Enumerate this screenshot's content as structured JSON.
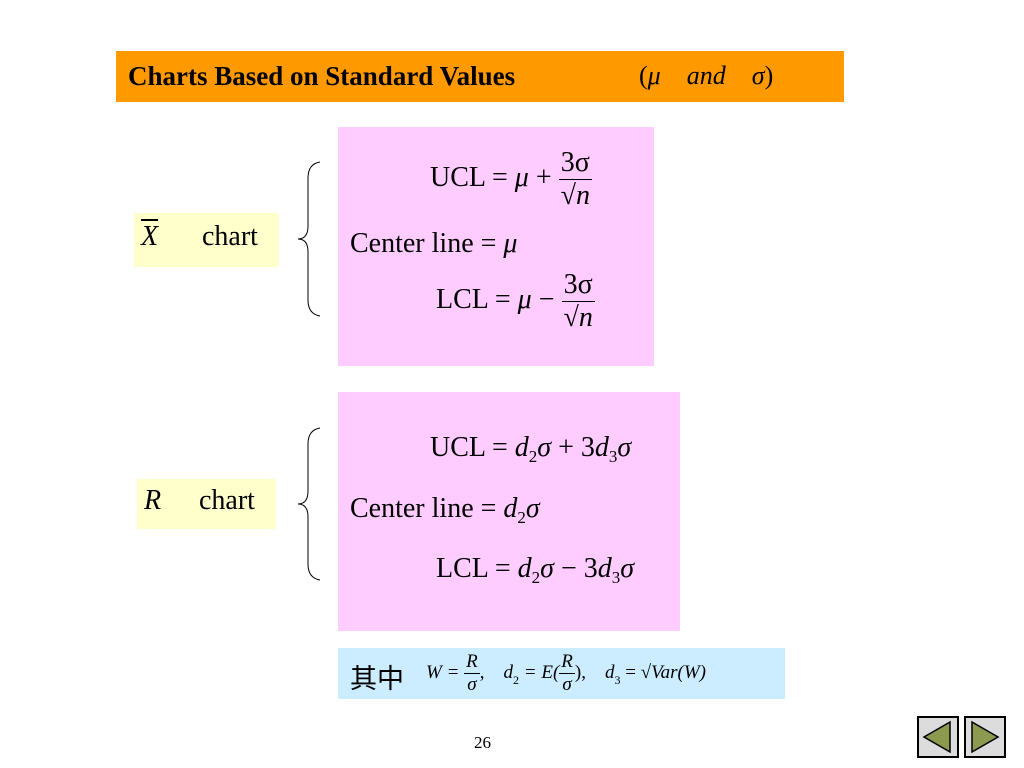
{
  "slide": {
    "title": "Charts Based on Standard Values",
    "title_params": {
      "open": "(",
      "mu": "μ",
      "and": "and",
      "sigma": "σ",
      "close": ")"
    },
    "page_number": "26"
  },
  "xbar": {
    "symbol": "X",
    "chart": "chart",
    "ucl": {
      "label": "UCL = ",
      "mu": "μ",
      "op": " + ",
      "num": "3σ",
      "den": "n"
    },
    "center": {
      "label": "Center line = ",
      "mu": "μ"
    },
    "lcl": {
      "label": "LCL = ",
      "mu": "μ",
      "op": " − ",
      "num": "3σ",
      "den": "n"
    }
  },
  "r": {
    "symbol": "R",
    "chart": "chart",
    "ucl": {
      "label": "UCL = ",
      "d": "d",
      "sub1": "2",
      "s1": "σ",
      "op": " + 3",
      "d2": "d",
      "sub2": "3",
      "s2": "σ"
    },
    "center": {
      "label": "Center line = ",
      "d": "d",
      "sub1": "2",
      "s1": "σ"
    },
    "lcl": {
      "label": "LCL = ",
      "d": "d",
      "sub1": "2",
      "s1": "σ",
      "op": " − 3",
      "d2": "d",
      "sub2": "3",
      "s2": "σ"
    }
  },
  "note": {
    "prefix": "其中",
    "w": "W = ",
    "w_num": "R",
    "w_den": "σ",
    "sep1": ",",
    "d2": "d",
    "d2_sub": "2",
    "d2_eq": " = E(",
    "e_num": "R",
    "e_den": "σ",
    "d2_close": "),",
    "d3": "d",
    "d3_sub": "3",
    "d3_eq": " = ",
    "var": "Var(W)"
  },
  "nav": {
    "prev_icon": "triangle-left-icon",
    "next_icon": "triangle-right-icon"
  },
  "colors": {
    "title_bg": "#ff9900",
    "label_bg": "#ffffcc",
    "formula_bg": "#ffccff",
    "note_bg": "#ccecff"
  }
}
